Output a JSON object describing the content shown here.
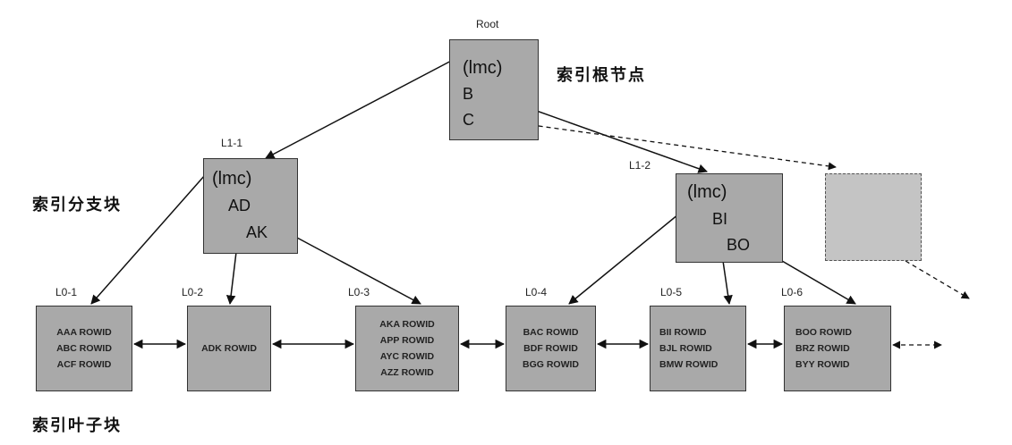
{
  "captions": {
    "root": "索引根节点",
    "branch": "索引分支块",
    "leaf": "索引叶子块"
  },
  "root": {
    "label": "Root",
    "lines": [
      "(lmc)",
      "B",
      "C"
    ]
  },
  "branches": [
    {
      "label": "L1-1",
      "lines": [
        "(lmc)",
        "AD",
        "AK"
      ]
    },
    {
      "label": "L1-2",
      "lines": [
        "(lmc)",
        "BI",
        "BO"
      ]
    }
  ],
  "leaves": [
    {
      "label": "L0-1",
      "lines": [
        "AAA ROWID",
        "ABC ROWID",
        "ACF ROWID"
      ]
    },
    {
      "label": "L0-2",
      "lines": [
        "ADK ROWID"
      ]
    },
    {
      "label": "L0-3",
      "lines": [
        "AKA ROWID",
        "APP ROWID",
        "AYC ROWID",
        "AZZ ROWID"
      ]
    },
    {
      "label": "L0-4",
      "lines": [
        "BAC ROWID",
        "BDF ROWID",
        "BGG ROWID"
      ]
    },
    {
      "label": "L0-5",
      "lines": [
        "BII ROWID",
        "BJL ROWID",
        "BMW ROWID"
      ]
    },
    {
      "label": "L0-6",
      "lines": [
        "BOO ROWID",
        "BRZ ROWID",
        "BYY ROWID"
      ]
    }
  ]
}
